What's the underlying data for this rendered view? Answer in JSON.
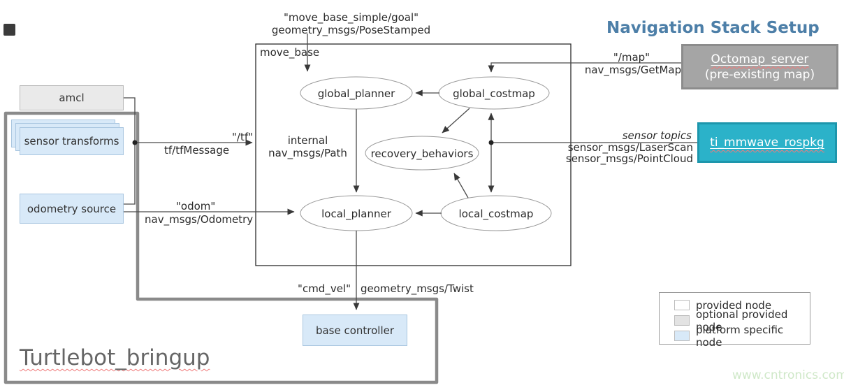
{
  "title": "Navigation Stack Setup",
  "watermark": "www.cntronics.com",
  "move_base": {
    "label": "move_base",
    "internal_line1": "internal",
    "internal_line2": "nav_msgs/Path"
  },
  "nodes": {
    "global_planner": "global_planner",
    "global_costmap": "global_costmap",
    "recovery_behaviors": "recovery_behaviors",
    "local_planner": "local_planner",
    "local_costmap": "local_costmap",
    "amcl": "amcl",
    "sensor_transforms": "sensor transforms",
    "odometry_source": "odometry source",
    "base_controller": "base controller",
    "octomap_server": "Octomap_server",
    "octomap_server_sub": "(pre-existing  map)",
    "ti_mmwave": "ti_mmwave_rospkg",
    "turtlebot_bringup": "Turtlebot_bringup"
  },
  "topics": {
    "goal_topic": "\"move_base_simple/goal\"",
    "goal_type": "geometry_msgs/PoseStamped",
    "tf_topic": "\"/tf\"",
    "tf_type": "tf/tfMessage",
    "odom_topic": "\"odom\"",
    "odom_type": "nav_msgs/Odometry",
    "map_topic": "\"/map\"",
    "map_type": "nav_msgs/GetMap",
    "sensor_topics_label": "sensor topics",
    "sensor_type_1": "sensor_msgs/LaserScan",
    "sensor_type_2": "sensor_msgs/PointCloud",
    "cmd_vel_topic": "\"cmd_vel\"",
    "cmd_vel_type": "geometry_msgs/Twist"
  },
  "legend": {
    "items": [
      {
        "label": "provided node",
        "color": "#ffffff"
      },
      {
        "label": "optional provided node",
        "color": "#e3e3e3"
      },
      {
        "label": "platform specific node",
        "color": "#d8e9f8"
      }
    ]
  },
  "colors": {
    "title_blue": "#4d7fa8",
    "platform_node_blue": "#d8e9f8",
    "optional_node_gray": "#eaeaea",
    "octomap_gray": "#a5a5a5",
    "ti_teal": "#2bb2c9",
    "container_gray": "#8a8a8a",
    "watermark_green": "#cfe8c8"
  }
}
